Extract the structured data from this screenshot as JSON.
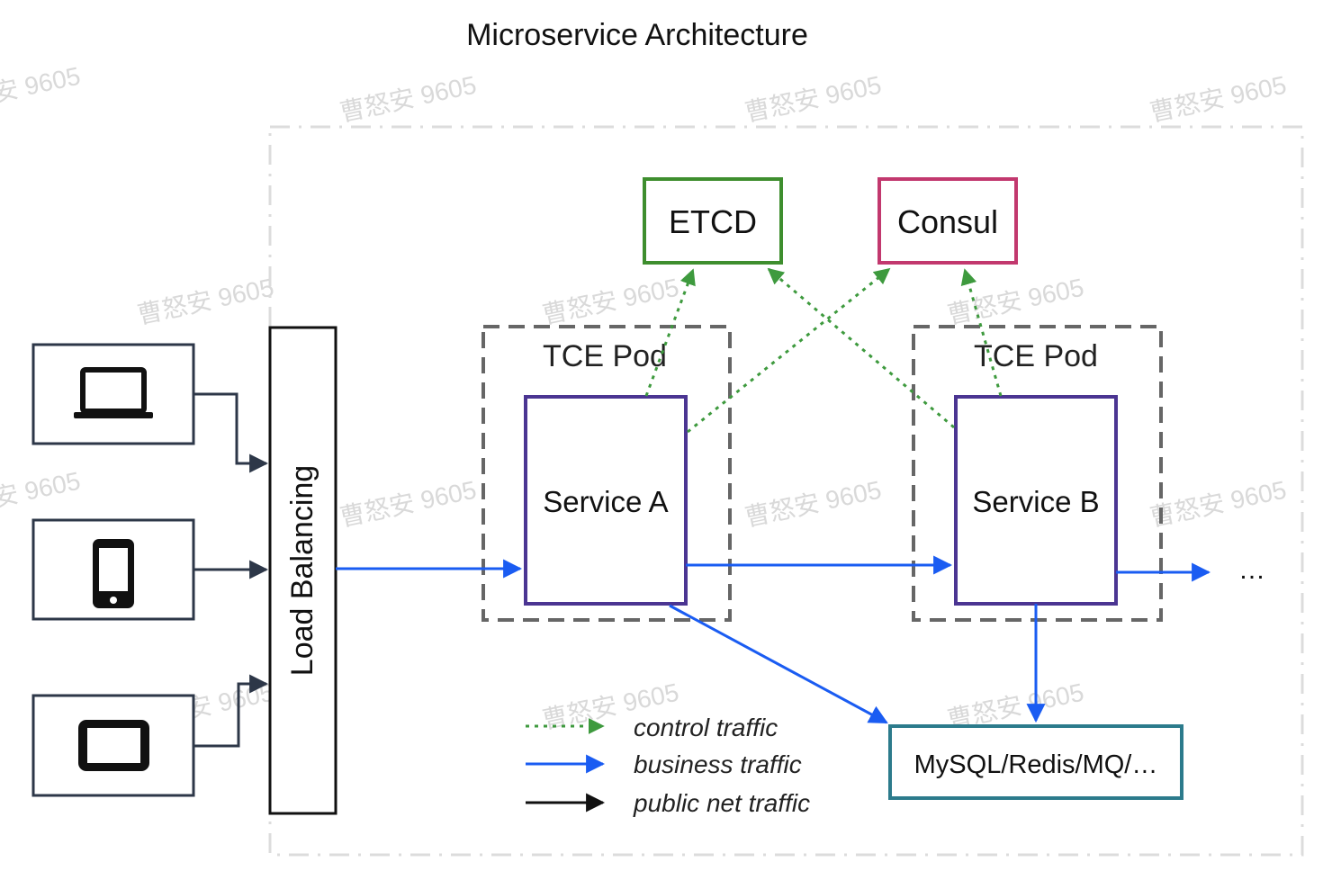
{
  "title": "Microservice Architecture",
  "load_balancer": {
    "label": "Load Balancing"
  },
  "clients": [
    {
      "icon": "laptop-icon"
    },
    {
      "icon": "phone-icon"
    },
    {
      "icon": "tablet-icon"
    }
  ],
  "pods": [
    {
      "label": "TCE Pod",
      "service": "Service A"
    },
    {
      "label": "TCE Pod",
      "service": "Service B"
    }
  ],
  "registries": {
    "etcd": {
      "label": "ETCD",
      "color": "#3e8e2e"
    },
    "consul": {
      "label": "Consul",
      "color": "#c2386e"
    }
  },
  "storage": {
    "label": "MySQL/Redis/MQ/…",
    "color": "#2c7b8c"
  },
  "continuation": "…",
  "legend": [
    {
      "label": "control traffic",
      "color": "#3e9a3e",
      "style": "dotted"
    },
    {
      "label": "business traffic",
      "color": "#1a5cf2",
      "style": "solid"
    },
    {
      "label": "public net traffic",
      "color": "#111111",
      "style": "solid"
    }
  ],
  "watermark": "曹怒安 9605",
  "colors": {
    "service_border": "#4b3592",
    "pod_border": "#666666",
    "client_border": "#2d3748",
    "control": "#3e9a3e",
    "business": "#1a5cf2",
    "public": "#2d3748"
  }
}
